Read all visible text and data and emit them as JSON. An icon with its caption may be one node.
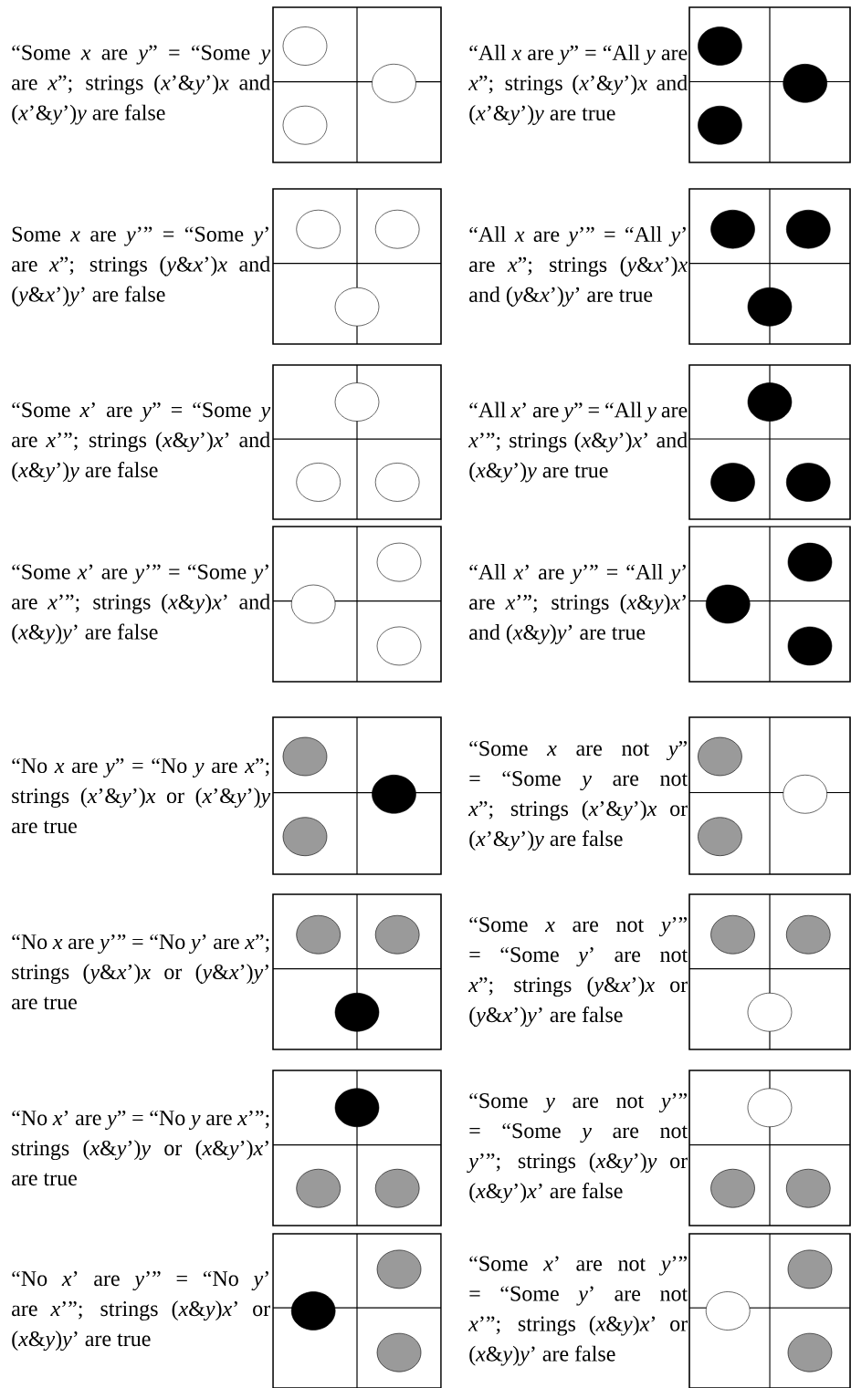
{
  "diagram": {
    "labels": [
      "“Some *x* are *y*” = “Some *y* are *x*”; strings (*x*’&*y*’)*x* and (*x*’&*y*’)*y* are false",
      "“All *x* are *y*” = “All *y* are *x*”; strings (*x*’&*y*’)*x* and (*x*’&*y*’)*y* are true",
      "Some *x* are *y*’” = “Some *y*’ are *x*”; strings (*y*&*x*’)*x* and (*y*&*x*’)*y*’ are false",
      "“All *x* are *y*’” = “All *y*’ are *x*”; strings (*y*&*x*’)*x* and (*y*&*x*’)*y*’ are true",
      "“Some *x*’ are *y*” = “Some *y* are *x*’”; strings (*x*&*y*’)*x*’ and (*x*&*y*’)*y* are false",
      "“All *x*’ are *y*” = “All *y* are *x*’”; strings (*x*&*y*’)*x*’ and (*x*&*y*’)*y* are true",
      "“Some *x*’ are *y*’” = “Some *y*’ are *x*’”; strings (*x*&*y*)*x*’ and (*x*&*y*)*y*’ are false",
      "“All *x*’ are *y*’” = “All *y*’ are *x*’”; strings (*x*&*y*)*x*’ and (*x*&*y*)*y*’ are true",
      "“No *x* are *y*” = “No *y* are *x*”; strings (*x*’&*y*’)*x* or (*x*’&*y*’)*y* are true",
      "“Some *x* are not *y*” = “Some *y* are not *x*”; strings (*x*’&*y*’)*x* or (*x*’&*y*’)*y* are false",
      "“No *x* are *y*’” = “No *y*’ are *x*”; strings (*y*&*x*’)*x* or (*y*&*x*’)*y*’ are true",
      "“Some *x* are not *y*’” = “Some *y*’ are not *x*”; strings (*y*&*x*’)*x* or (*y*&*x*’)*y*’ are false",
      "“No *x*’ are *y*” = “No *y* are *x*’”; strings (*x*&*y*’)*y* or (*x*&*y*’)*x*’ are true",
      "“Some *y* are not *y*’” = “Some *y* are not *y*’”; strings (*x*&*y*’)*y* or (*x*&*y*’)*x*’ are false",
      "“No *x*’ are *y*’” = “No *y*’ are *x*’”; strings (*x*&*y*)*x*’ or (*x*&*y*)*y*’ are true",
      "“Some *x*’ are not *y*’” = “Some *y*’ are not *x*’”; strings (*x*&*y*)*x*’ or (*x*&*y*)*y*’ are false"
    ]
  }
}
